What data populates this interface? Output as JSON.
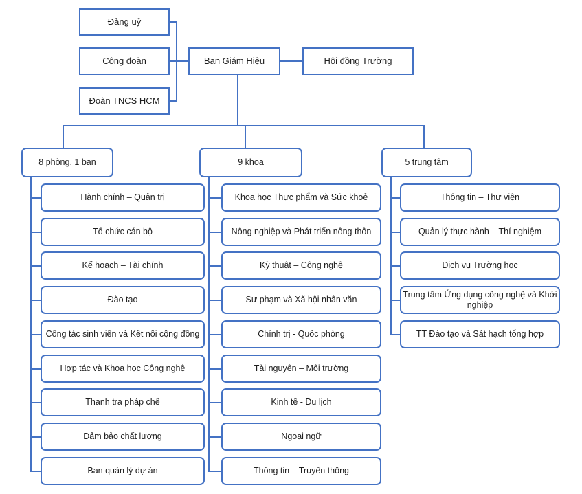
{
  "diagram": {
    "type": "org-chart",
    "top": {
      "left_boxes": [
        "Đảng uỷ",
        "Công đoàn",
        "Đoàn TNCS HCM"
      ],
      "center_box": "Ban Giám Hiệu",
      "right_box": "Hội đồng Trường"
    },
    "columns": [
      {
        "header": "8 phòng, 1 ban",
        "children": [
          "Hành chính – Quản trị",
          "Tổ chức cán bộ",
          "Kế hoạch – Tài chính",
          "Đào tạo",
          "Công tác sinh viên và Kết nối cộng đồng",
          "Hợp tác và Khoa học Công nghệ",
          "Thanh tra pháp chế",
          "Đảm bảo chất lượng",
          "Ban quản lý dự án"
        ]
      },
      {
        "header": "9 khoa",
        "children": [
          "Khoa học Thực phẩm và Sức khoẻ",
          "Nông nghiệp và Phát triển nông thôn",
          "Kỹ thuật – Công nghệ",
          "Sư phạm và Xã hội nhân văn",
          "Chính trị - Quốc phòng",
          "Tài nguyên – Môi trường",
          "Kinh tế - Du lịch",
          "Ngoại ngữ",
          "Thông tin – Truyền thông"
        ]
      },
      {
        "header": "5 trung tâm",
        "children": [
          "Thông tin – Thư viện",
          "Quản lý thực hành – Thí nghiệm",
          "Dịch vụ Trường học",
          "Trung tâm Ứng dụng công nghệ và Khởi nghiệp",
          "TT Đào tạo và Sát hạch tổng hợp"
        ]
      }
    ],
    "colors": {
      "box_border": "#4472C4",
      "connector": "#4472C4",
      "text": "#1F1F1F",
      "background": "#FFFFFF"
    }
  }
}
